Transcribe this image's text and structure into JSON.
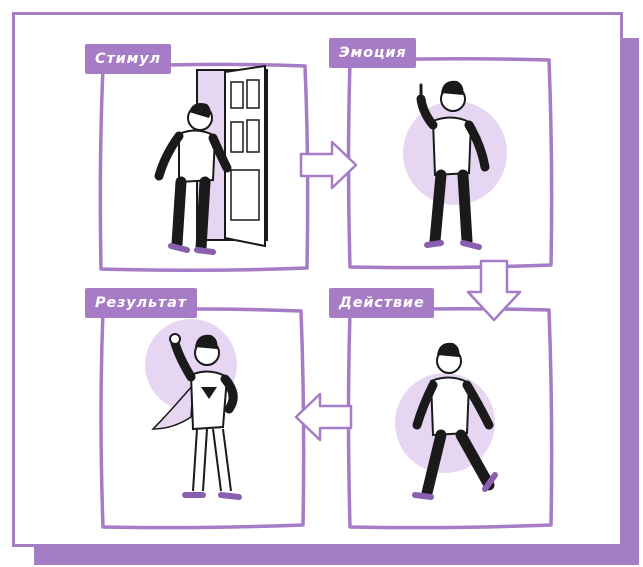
{
  "colors": {
    "accent": "#a67cc6",
    "blob": "#e6d6f1",
    "ink": "#1a1a1a"
  },
  "panels": [
    {
      "id": "stimulus",
      "label": "Стимул",
      "figure": "man-opening-door"
    },
    {
      "id": "emotion",
      "label": "Эмоция",
      "figure": "man-with-idea-finger-raised"
    },
    {
      "id": "action",
      "label": "Действие",
      "figure": "man-walking"
    },
    {
      "id": "result",
      "label": "Результат",
      "figure": "superhero-man-with-cape"
    }
  ],
  "arrows": [
    {
      "from": "stimulus",
      "to": "emotion",
      "direction": "right"
    },
    {
      "from": "emotion",
      "to": "action",
      "direction": "down"
    },
    {
      "from": "action",
      "to": "result",
      "direction": "left"
    }
  ]
}
